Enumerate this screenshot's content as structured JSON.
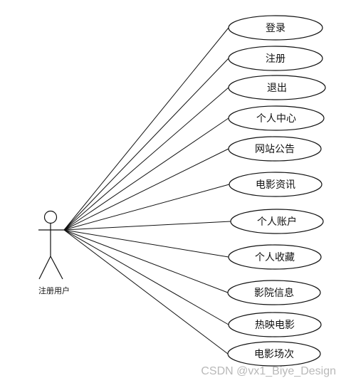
{
  "actor": {
    "label": "注册用户"
  },
  "use_cases": [
    {
      "label": "登录"
    },
    {
      "label": "注册"
    },
    {
      "label": "退出"
    },
    {
      "label": "个人中心"
    },
    {
      "label": "网站公告"
    },
    {
      "label": "电影资讯"
    },
    {
      "label": "个人账户"
    },
    {
      "label": "个人收藏"
    },
    {
      "label": "影院信息"
    },
    {
      "label": "热映电影"
    },
    {
      "label": "电影场次"
    }
  ],
  "watermark": "CSDN @vx1_Biye_Design"
}
